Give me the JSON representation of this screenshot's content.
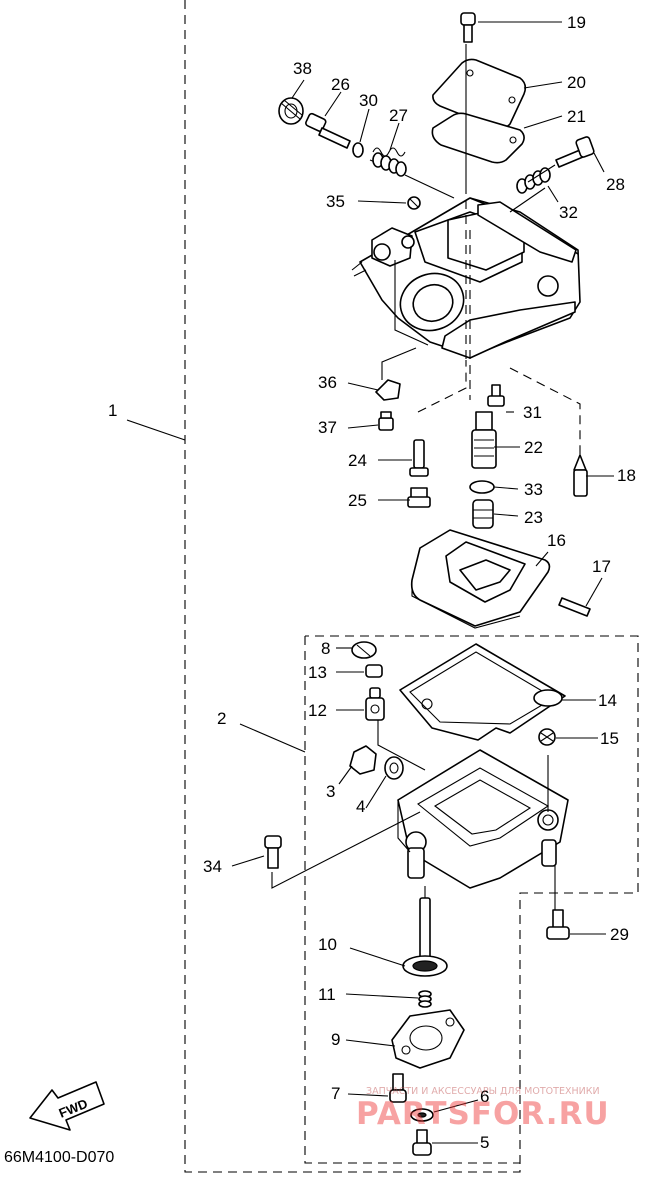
{
  "diagram": {
    "code": "66M4100-D070",
    "fwd_label": "FWD",
    "watermark": {
      "caption": "ЗАПЧАСТИ И АКСЕССУАРЫ ДЛЯ МОТОТЕХНИКИ",
      "brand": "PARTSFOR.RU"
    },
    "callouts": {
      "1": "1",
      "2": "2",
      "3": "3",
      "4": "4",
      "5": "5",
      "6": "6",
      "7": "7",
      "8": "8",
      "9": "9",
      "10": "10",
      "11": "11",
      "12": "12",
      "13": "13",
      "14": "14",
      "15": "15",
      "16": "16",
      "17": "17",
      "18": "18",
      "19": "19",
      "20": "20",
      "21": "21",
      "22": "22",
      "23": "23",
      "24": "24",
      "25": "25",
      "26": "26",
      "27": "27",
      "28": "28",
      "29": "29",
      "30": "30",
      "31": "31",
      "32": "32",
      "33": "33",
      "34": "34",
      "35": "35",
      "36": "36",
      "37": "37",
      "38": "38"
    }
  }
}
